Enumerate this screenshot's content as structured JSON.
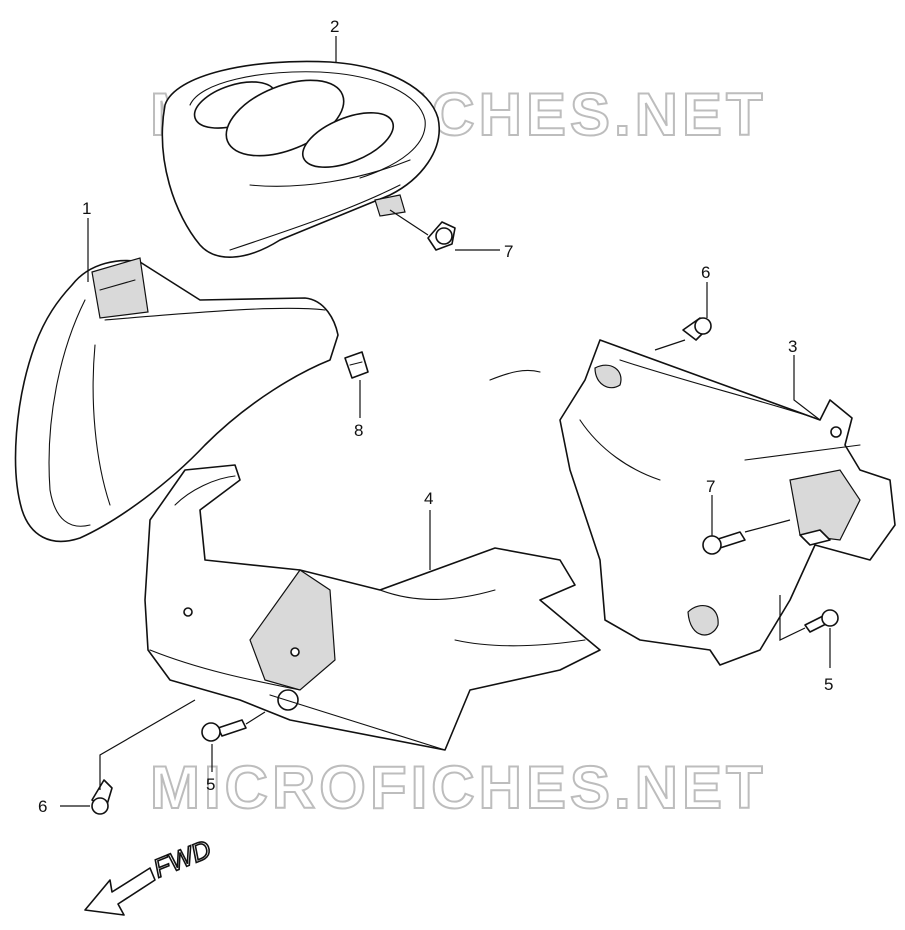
{
  "watermark": "MICROFICHES.NET",
  "direction_label": "FWD",
  "callouts": {
    "c1": "1",
    "c2": "2",
    "c3": "3",
    "c4": "4",
    "c5a": "5",
    "c5b": "5",
    "c6a": "6",
    "c6b": "6",
    "c7a": "7",
    "c7b": "7",
    "c8": "8"
  }
}
